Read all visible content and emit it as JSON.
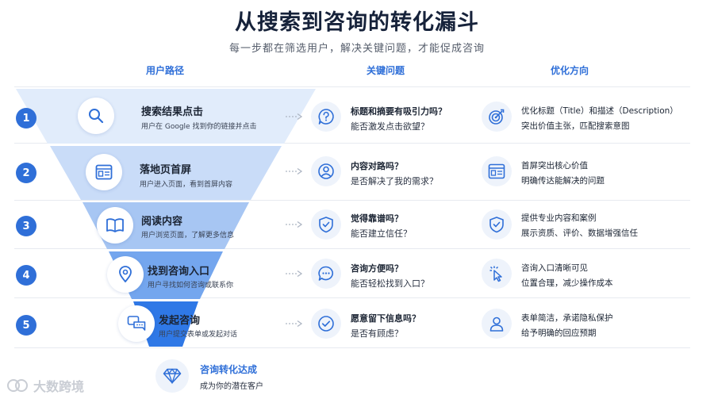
{
  "title": "从搜索到咨询的转化漏斗",
  "subtitle": "每一步都在筛选用户，解决关键问题，才能促成咨询",
  "columns": {
    "path": "用户路径",
    "issues": "关键问题",
    "optimize": "优化方向"
  },
  "stages": [
    {
      "num": "1",
      "icon": "search-icon",
      "title": "搜索结果点击",
      "desc": "用户在 Google 找到你的链接并点击",
      "question": "标题和摘要有吸引力吗？",
      "question_sub": "能否激发点击欲望？",
      "question_icon": "question-icon",
      "opt_icon": "target-icon",
      "opt1": "优化标题（Title）和描述（Description）",
      "opt2": "突出价值主张，匹配搜索意图"
    },
    {
      "num": "2",
      "icon": "webpage-icon",
      "title": "落地页首屏",
      "desc": "用户进入页面，看到首屏内容",
      "question": "内容对路吗？",
      "question_sub": "是否解决了我的需求？",
      "question_icon": "user-check-icon",
      "opt_icon": "webpage-icon",
      "opt1": "首屏突出核心价值",
      "opt2": "明确传达能解决的问题"
    },
    {
      "num": "3",
      "icon": "book-icon",
      "title": "阅读内容",
      "desc": "用户浏览页面，了解更多信息",
      "question": "觉得靠谱吗？",
      "question_sub": "能否建立信任？",
      "question_icon": "shield-icon",
      "opt_icon": "shield-icon",
      "opt1": "提供专业内容和案例",
      "opt2": "展示资质、评价、数据增强信任"
    },
    {
      "num": "4",
      "icon": "location-pin-icon",
      "title": "找到咨询入口",
      "desc": "用户寻找如何咨询或联系你",
      "question": "咨询方便吗？",
      "question_sub": "能否轻松找到入口？",
      "question_icon": "chat-icon",
      "opt_icon": "pointer-click-icon",
      "opt1": "咨询入口清晰可见",
      "opt2": "位置合理，减少操作成本"
    },
    {
      "num": "5",
      "icon": "chat-bubbles-icon",
      "title": "发起咨询",
      "desc": "用户提交表单或发起对话",
      "question": "愿意留下信息吗？",
      "question_sub": "是否有顾虑？",
      "question_icon": "check-circle-icon",
      "opt_icon": "person-icon",
      "opt1": "表单简洁，承诺隐私保护",
      "opt2": "给予明确的回应预期"
    }
  ],
  "final": {
    "icon": "diamond-icon",
    "title": "咨询转化达成",
    "desc": "成为你的潜在客户"
  },
  "watermark": "大数跨境",
  "colors": {
    "accent": "#2f6fd8",
    "funnel_light": "#dde9fb",
    "funnel_dark": "#2f78e6"
  }
}
